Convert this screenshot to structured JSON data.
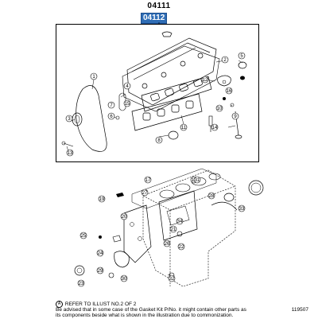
{
  "header": {
    "kit_number": "04111",
    "selected_number": "04112"
  },
  "callouts": {
    "c1": "1",
    "c2": "2",
    "c3": "3",
    "c4": "4",
    "c5": "5",
    "c6": "6",
    "c7": "7",
    "c8": "8",
    "c9": "9",
    "c10": "10",
    "c11": "11",
    "c12": "12",
    "c13": "13",
    "c14": "14",
    "c15": "15",
    "c16": "16",
    "c17": "17",
    "c18": "18",
    "c19": "19",
    "c20": "20",
    "c21": "21",
    "c22": "22",
    "c23": "23",
    "c24": "24",
    "c25": "25",
    "c26": "26",
    "c27": "27",
    "c28": "28",
    "c29": "29",
    "c30": "30",
    "c31": "31",
    "c32": "32",
    "c33": "33",
    "c34": "34"
  },
  "footer": {
    "ref_symbol": "A",
    "ref_text": "REFER TO ILLUST NO.2 OF 2",
    "note_line1": "Be advised that in some case of the Gasket Kit P/No. it might contain other parts as",
    "note_line2": "its components beside what is shown in the illustration due to commonization.",
    "illust_code": "119507"
  },
  "colors": {
    "selected_bg": "#2f6db5",
    "line": "#000000"
  }
}
